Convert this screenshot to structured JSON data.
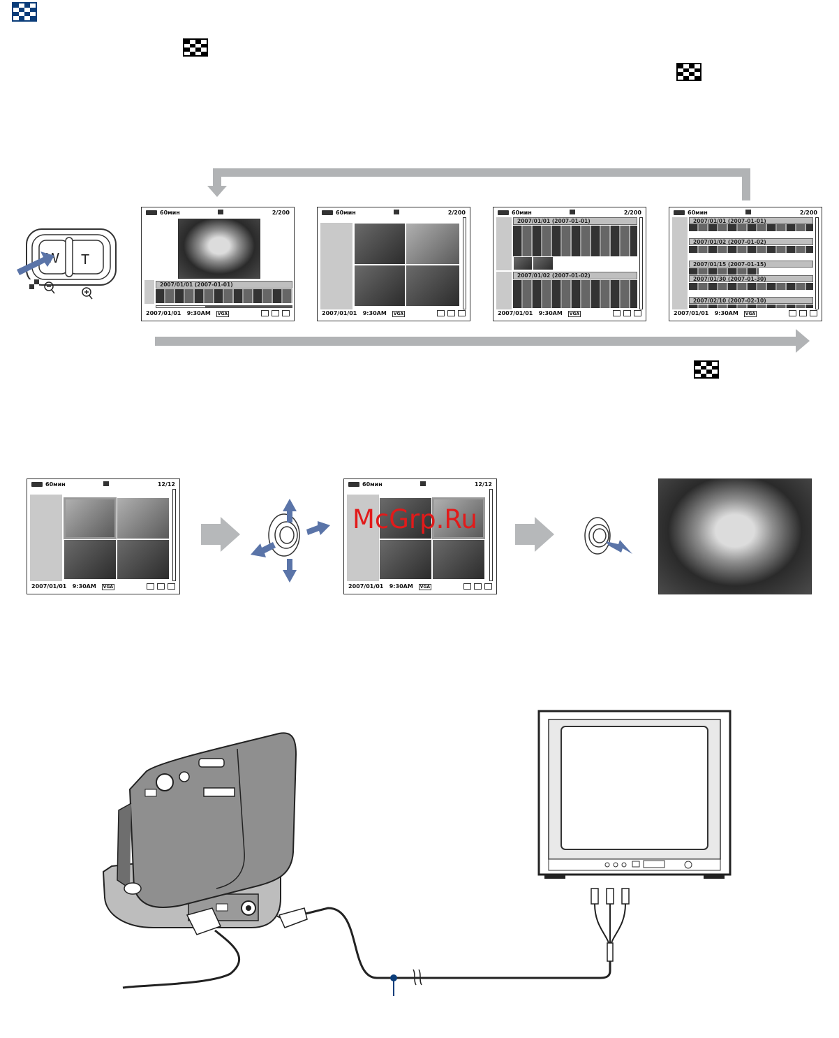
{
  "section_icon": "index-checker-icon",
  "zoom_lever": {
    "wide_label": "W",
    "tele_label": "T"
  },
  "screens_row1": [
    {
      "minutes": "60мин",
      "counter": "2/200",
      "band1": "2007/01/01   (2007-01-01)",
      "date": "2007/01/01",
      "time": "9:30AM",
      "badge": "VGA"
    },
    {
      "minutes": "60мин",
      "counter": "2/200",
      "date": "2007/01/01",
      "time": "9:30AM",
      "badge": "VGA"
    },
    {
      "minutes": "60мин",
      "counter": "2/200",
      "band1": "2007/01/01   (2007-01-01)",
      "band2": "2007/01/02   (2007-01-02)",
      "date": "2007/01/01",
      "time": "9:30AM",
      "badge": "VGA"
    },
    {
      "minutes": "60мин",
      "counter": "2/200",
      "bands": [
        "2007/01/01   (2007-01-01)",
        "2007/01/02   (2007-01-02)",
        "2007/01/15   (2007-01-15)",
        "2007/01/30   (2007-01-30)",
        "2007/02/10   (2007-02-10)"
      ],
      "date": "2007/01/01",
      "time": "9:30AM",
      "badge": "VGA"
    }
  ],
  "screens_row2": [
    {
      "minutes": "60мин",
      "counter": "12/12",
      "date": "2007/01/01",
      "time": "9:30AM",
      "badge": "VGA"
    },
    {
      "minutes": "60мин",
      "counter": "12/12",
      "date": "2007/01/01",
      "time": "9:30AM",
      "badge": "VGA"
    }
  ],
  "watermark": "McGrp.Ru",
  "colors": {
    "accent": "#0b3d7a",
    "arrow": "#b1b3b5",
    "pointer": "#5a74a8",
    "watermark": "#e21a1a"
  }
}
